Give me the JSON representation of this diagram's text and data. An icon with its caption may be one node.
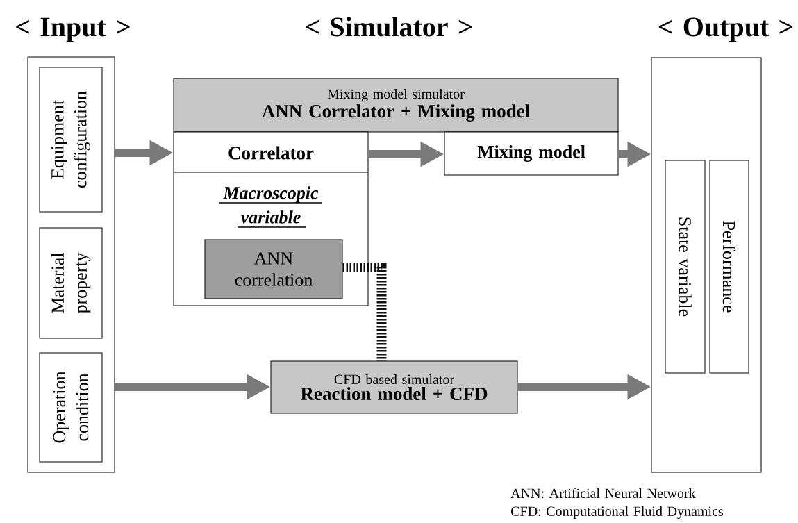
{
  "diagram": {
    "nodes": [
      {
        "text": [],
        "shape": "box"
      },
      {
        "text": [
          "Equipment configuration"
        ],
        "in": 0
      },
      {
        "text": [
          "Material property"
        ],
        "in": 0
      },
      {
        "text": [
          "Operation condition"
        ],
        "in": 0
      },
      {
        "text": [
          "Mixing model simulator",
          "ANN Correlator + Mixing model"
        ]
      },
      {
        "text": [
          "Correlator",
          "Macroscopic variable"
        ]
      },
      {
        "text": [
          "ANN correlation"
        ],
        "in": 5
      },
      {
        "text": [
          "Mixing model"
        ]
      },
      {
        "text": [
          "CFD based simulator",
          "Reaction model + CFD"
        ]
      },
      {
        "text": [],
        "shape": "box"
      },
      {
        "text": [
          "State variable"
        ],
        "in": 9
      },
      {
        "text": [
          "Performance"
        ],
        "in": 9
      }
    ],
    "edges": [
      {
        "from": 0,
        "to": 5,
        "arrow": "to"
      },
      {
        "from": 5,
        "to": 7,
        "arrow": "to"
      },
      {
        "from": 7,
        "to": 9,
        "arrow": "to"
      },
      {
        "from": 0,
        "to": 8,
        "arrow": "to"
      },
      {
        "from": 8,
        "to": 9,
        "arrow": "to"
      },
      {
        "from": 6,
        "to": 8,
        "arrow": "none",
        "style": "dashed",
        "color": "#111111"
      }
    ],
    "labels": [
      "< Input >",
      "< Simulator >",
      "< Output >",
      "ANN: Artificial Neural Network",
      "CFD: Computational Fluid Dynamics"
    ]
  }
}
